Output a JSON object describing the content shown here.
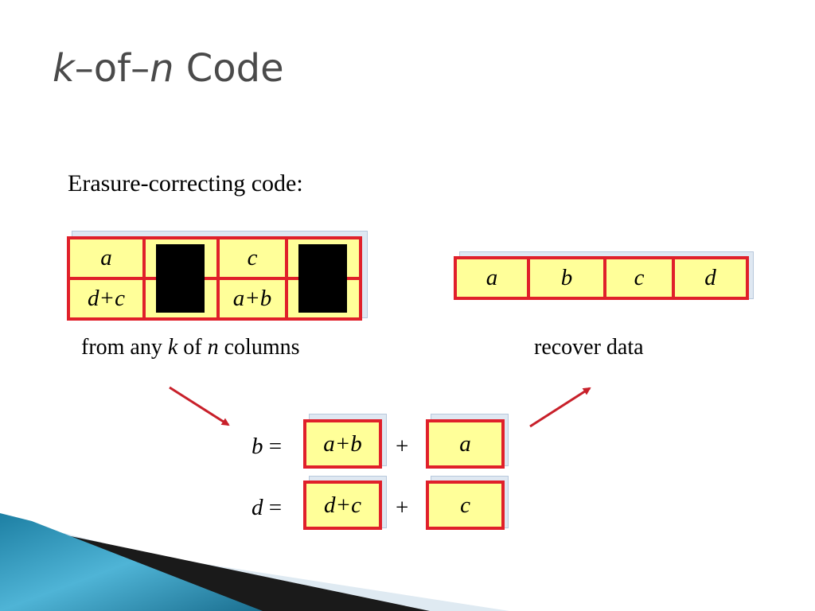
{
  "title": {
    "k": "k",
    "dash1": "–of–",
    "n": "n",
    "rest": " Code"
  },
  "subtitle": "Erasure-correcting code:",
  "encoded_grid": {
    "row1": [
      "a",
      "",
      "c",
      ""
    ],
    "row2": [
      "d+c",
      "",
      "a+b",
      ""
    ]
  },
  "data_row": [
    "a",
    "b",
    "c",
    "d"
  ],
  "caption_left": {
    "pre": "from any ",
    "k": "k",
    "mid": " of ",
    "n": "n",
    "post": " columns"
  },
  "caption_right": "recover data",
  "equations": [
    {
      "var": "b",
      "equals": " =",
      "lhs_cell": "a+b",
      "op": "+",
      "rhs_cell": "a"
    },
    {
      "var": "d",
      "equals": " =",
      "lhs_cell": "d+c",
      "op": "+",
      "rhs_cell": "c"
    }
  ],
  "colors": {
    "cell_fill": "#ffff99",
    "cell_border": "#e0202a",
    "arrow": "#c8202a",
    "title": "#4a4a4a"
  }
}
